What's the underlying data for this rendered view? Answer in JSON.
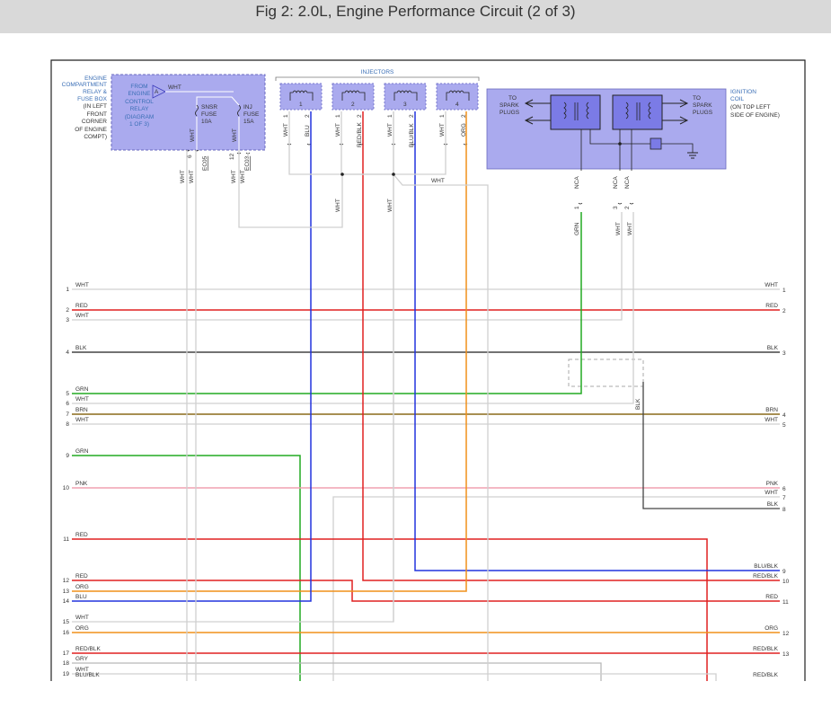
{
  "title": "Fig 2: 2.0L, Engine Performance Circuit (2 of 3)",
  "colors": {
    "WHT": "#d0d0d0",
    "RED": "#e02020",
    "BLK": "#444444",
    "GRN": "#22aa22",
    "BRN": "#8a6a1a",
    "PNK": "#f0a0b0",
    "BLU": "#2233dd",
    "ORG": "#f0901a",
    "GRY": "#b8b8b8",
    "component_fill": "#aaaaee",
    "component_border": "#7777cc",
    "label_blue": "#3b6fb6"
  },
  "relay_box": {
    "label_lines": [
      "ENGINE",
      "COMPARTMENT",
      "RELAY &",
      "FUSE BOX",
      "(IN LEFT",
      "FRONT",
      "CORNER",
      "OF ENGINE",
      "COMPT)"
    ],
    "from_lines": [
      "FROM",
      "ENGINE",
      "CONTROL",
      "RELAY",
      "(DIAGRAM",
      "1 OF 3)"
    ],
    "connector": "A",
    "wire": "WHT",
    "snsr_fuse": [
      "SNSR",
      "FUSE",
      "10A"
    ],
    "inj_fuse": [
      "INJ",
      "FUSE",
      "15A"
    ],
    "wires": [
      "WHT",
      "WHT"
    ],
    "pins": [
      "6",
      "12"
    ],
    "connectors": [
      "EC05",
      "EC03"
    ],
    "below": [
      "WHT",
      "WHT",
      "WHT",
      "WHT"
    ]
  },
  "injectors": {
    "title": "INJECTORS",
    "units": [
      {
        "num": "1",
        "wire_a": "WHT",
        "wire_b": "BLU",
        "pin_a": "1",
        "pin_b": "2"
      },
      {
        "num": "2",
        "wire_a": "WHT",
        "wire_b": "RED/BLK",
        "pin_a": "1",
        "pin_b": "2"
      },
      {
        "num": "3",
        "wire_a": "WHT",
        "wire_b": "BLU/BLK",
        "pin_a": "1",
        "pin_b": "2"
      },
      {
        "num": "4",
        "wire_a": "WHT",
        "wire_b": "ORG",
        "pin_a": "1",
        "pin_b": "2"
      }
    ],
    "splice_wire": "WHT",
    "down_labels": [
      "WHT",
      "WHT"
    ]
  },
  "ignition": {
    "label_lines": [
      "IGNITION",
      "COIL",
      "(ON TOP LEFT",
      "SIDE OF ENGINE)"
    ],
    "left_text": [
      "TO",
      "SPARK",
      "PLUGS"
    ],
    "right_text": [
      "TO",
      "SPARK",
      "PLUGS"
    ],
    "leads": [
      "NCA",
      "NCA",
      "NCA"
    ],
    "pins": [
      "1",
      "3",
      "2"
    ],
    "wires": [
      "GRN",
      "WHT",
      "WHT"
    ]
  },
  "left_lines": [
    {
      "num": "1",
      "label": "WHT"
    },
    {
      "num": "2",
      "label": "RED"
    },
    {
      "num": "3",
      "label": "WHT"
    },
    {
      "num": "4",
      "label": "BLK"
    },
    {
      "num": "5",
      "label": "GRN"
    },
    {
      "num": "6",
      "label": "WHT"
    },
    {
      "num": "7",
      "label": "BRN"
    },
    {
      "num": "8",
      "label": "WHT"
    },
    {
      "num": "9",
      "label": "GRN"
    },
    {
      "num": "10",
      "label": "PNK"
    },
    {
      "num": "11",
      "label": "RED"
    },
    {
      "num": "12",
      "label": "RED"
    },
    {
      "num": "13",
      "label": "ORG"
    },
    {
      "num": "14",
      "label": "BLU"
    },
    {
      "num": "15",
      "label": "WHT"
    },
    {
      "num": "16",
      "label": "ORG"
    },
    {
      "num": "17",
      "label": "RED/BLK"
    },
    {
      "num": "18",
      "label": "GRY"
    },
    {
      "num": "19",
      "label": "WHT"
    },
    {
      "num": "",
      "label": "BLU/BLK"
    }
  ],
  "right_lines": [
    {
      "num": "1",
      "label": "WHT"
    },
    {
      "num": "2",
      "label": "RED"
    },
    {
      "num": "3",
      "label": "BLK"
    },
    {
      "num": "4",
      "label": "BRN"
    },
    {
      "num": "5",
      "label": "WHT"
    },
    {
      "num": "6",
      "label": "PNK"
    },
    {
      "num": "7",
      "label": "WHT"
    },
    {
      "num": "8",
      "label": "BLK"
    },
    {
      "num": "9",
      "label": "BLU/BLK"
    },
    {
      "num": "10",
      "label": "RED/BLK"
    },
    {
      "num": "11",
      "label": "RED"
    },
    {
      "num": "12",
      "label": "ORG"
    },
    {
      "num": "13",
      "label": "RED/BLK"
    },
    {
      "num": "",
      "label": "RED/BLK"
    }
  ],
  "mid_labels": {
    "blk_vertical": "BLK"
  }
}
